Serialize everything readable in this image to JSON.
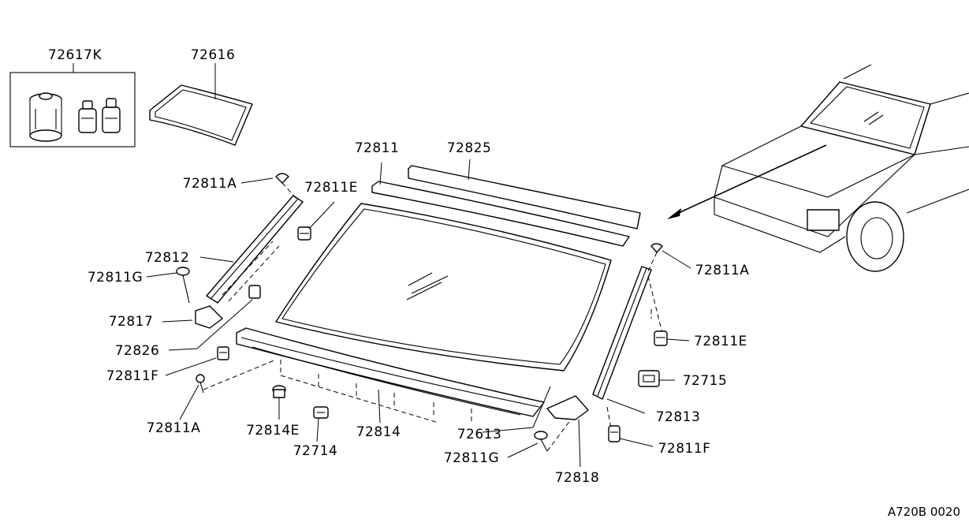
{
  "labels": {
    "kit": "72617K",
    "sealant": "72616",
    "top_molding": "72811",
    "top_strip": "72825",
    "clip_a_upper_left": "72811A",
    "clip_e_upper_left": "72811E",
    "side_molding_left": "72812",
    "clip_g_left": "72811G",
    "corner_left": "72817",
    "spacer_left": "72826",
    "clip_f_left": "72811F",
    "clip_a_lower_left": "72811A",
    "clip_e_lower": "72814E",
    "lower_molding": "72814",
    "fastener_lower": "72714",
    "cowl": "72613",
    "clip_g_right": "72811G",
    "corner_right": "72818",
    "clip_a_right": "72811A",
    "clip_e_right": "72811E",
    "fastener_right": "72715",
    "side_molding_right": "72813",
    "clip_f_right": "72811F"
  },
  "diagram_code": "A720B 0020"
}
